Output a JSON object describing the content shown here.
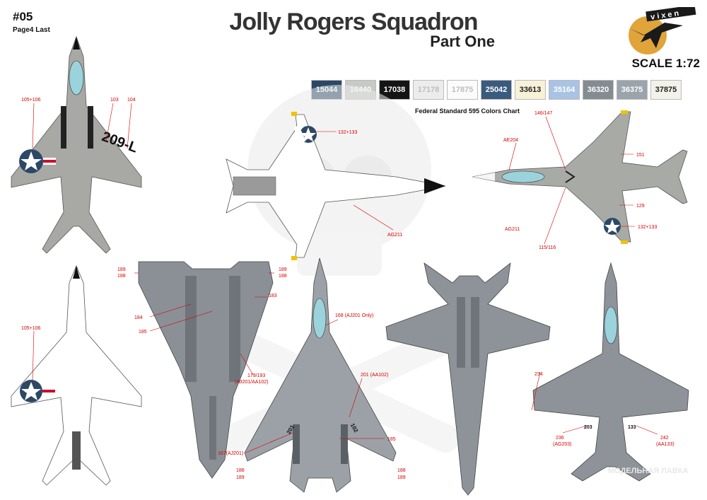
{
  "header": {
    "sheet_id": "#05",
    "sheet_sub": "Page4 Last",
    "title": "Jolly Rogers Squadron",
    "subtitle": "Part One",
    "scale": "SCALE 1:72",
    "brand": "vixen"
  },
  "swatches": [
    {
      "code": "15044",
      "bg": "#2c4866",
      "fg": "#ffffff"
    },
    {
      "code": "16440",
      "bg": "#c7c9c4",
      "fg": "#ffffff"
    },
    {
      "code": "17038",
      "bg": "#151515",
      "fg": "#ffffff"
    },
    {
      "code": "17178",
      "bg": "#ececec",
      "fg": "#bdbdbd"
    },
    {
      "code": "17875",
      "bg": "#fbfbfb",
      "fg": "#bdbdbd"
    },
    {
      "code": "25042",
      "bg": "#3a5a7e",
      "fg": "#ffffff"
    },
    {
      "code": "33613",
      "bg": "#f7f1d8",
      "fg": "#222222"
    },
    {
      "code": "35164",
      "bg": "#a9c3e4",
      "fg": "#ffffff"
    },
    {
      "code": "36320",
      "bg": "#858b92",
      "fg": "#ffffff"
    },
    {
      "code": "36375",
      "bg": "#9ba3ab",
      "fg": "#ffffff"
    },
    {
      "code": "37875",
      "bg": "#f2f1ea",
      "fg": "#222222"
    }
  ],
  "swatch_caption": "Federal Standard 595 Colors Chart",
  "labels": {
    "f7_105": "105+106",
    "f7_103": "103",
    "f7_104": "104",
    "f7_code": "209-L",
    "f7b_105": "105+106",
    "f4t_132": "132+133",
    "f4t_ag": "AG211",
    "f4s_146": "146/147",
    "f4s_ae": "AE204",
    "f4s_151": "151",
    "f4s_129": "129",
    "f4s_132": "132+133",
    "f4s_ag": "AG211",
    "f4s_115": "115/116",
    "f14b_189a": "189",
    "f14b_188a": "188",
    "f14b_189b": "189",
    "f14b_188b": "188",
    "f14b_183": "183",
    "f14b_184": "184",
    "f14b_185": "185",
    "f14b_179": "179/193",
    "f14b_179s": "(AJ201/AA102)",
    "f14t_168": "168 (AJ201 Only)",
    "f14t_201": "201 (AA102)",
    "f14t_185": "185",
    "f14t_167": "167(AJ201)",
    "f14t_188a": "188",
    "f14t_189a": "189",
    "f14t_188b": "188",
    "f14t_189b": "189",
    "f14t_nose_l": "201",
    "f14t_nose_r": "102",
    "f18_234": "234",
    "f18_236": "236",
    "f18_236s": "(AG203)",
    "f18_242": "242",
    "f18_242s": "(AA133)",
    "f18_203": "203",
    "f18_133": "133"
  },
  "watermark": "МОДЕЛЬНАЯ ЛАВКА"
}
